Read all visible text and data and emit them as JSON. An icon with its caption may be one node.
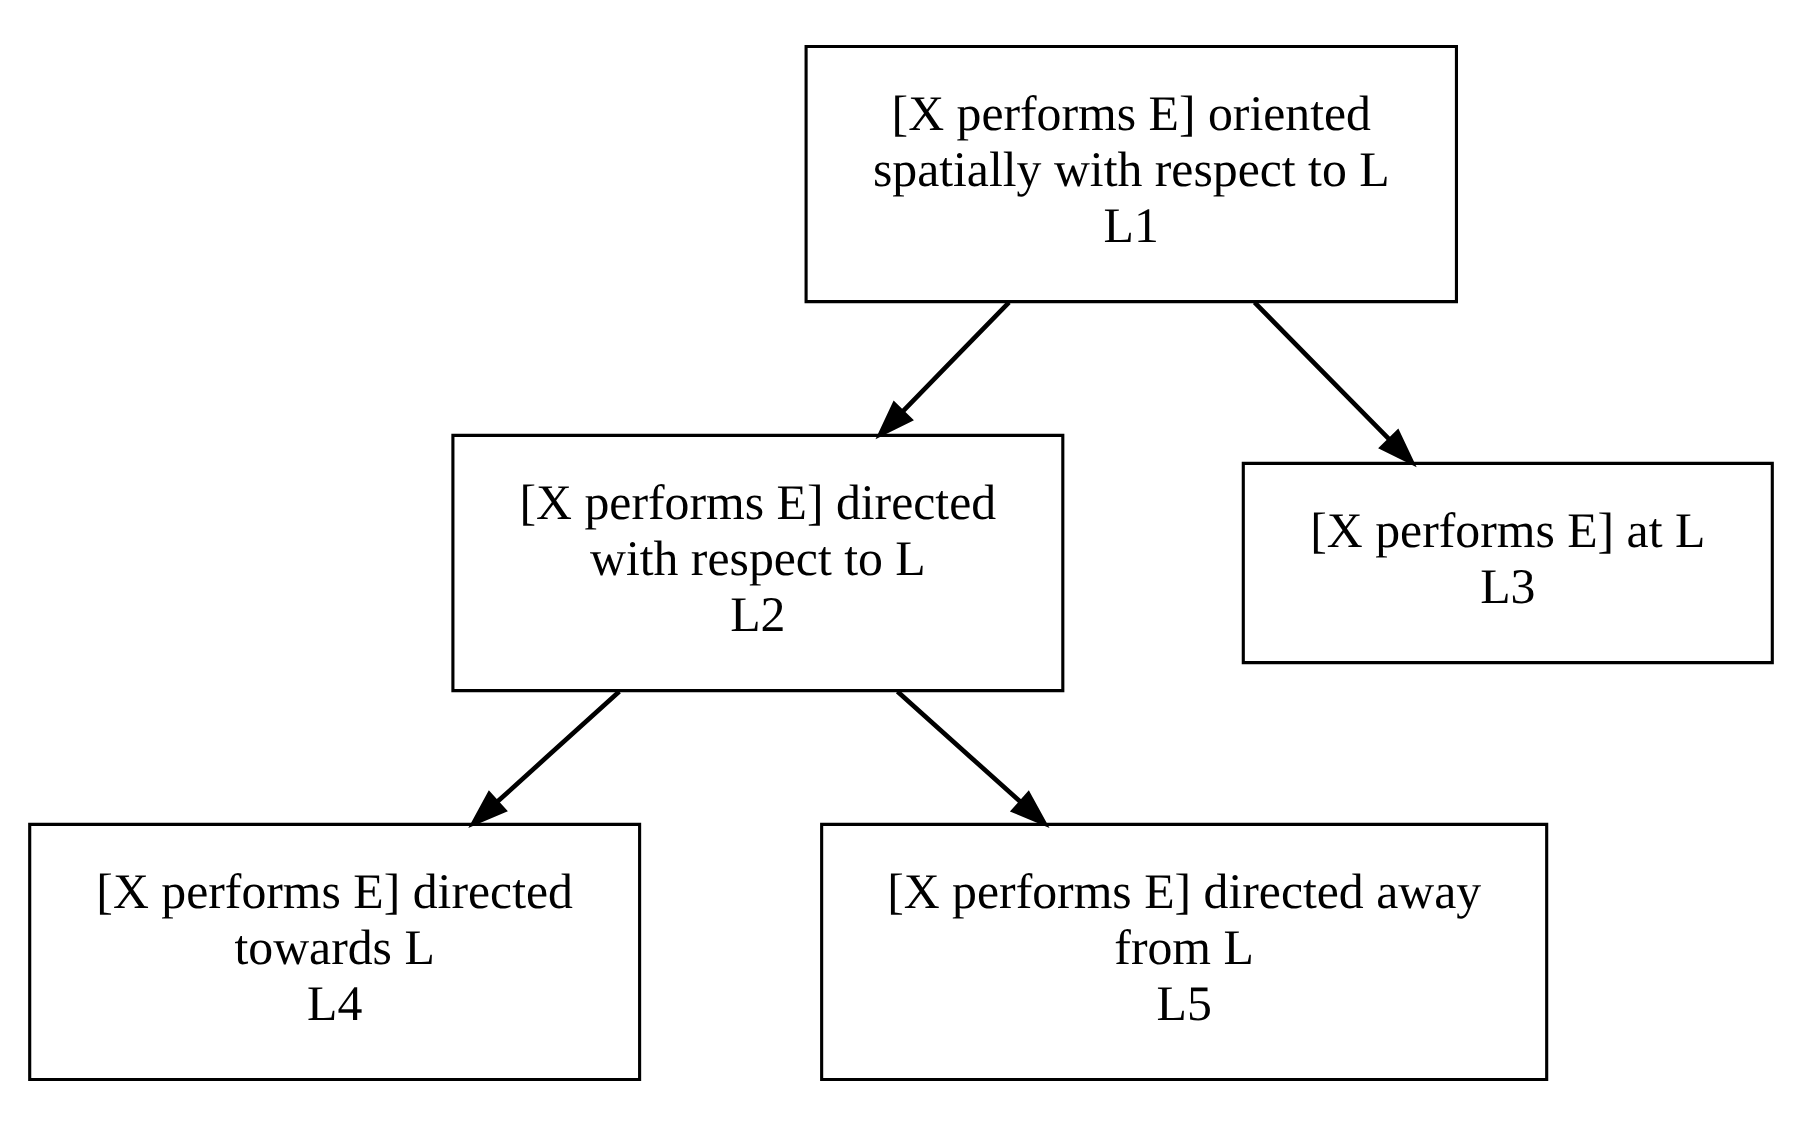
{
  "diagram": {
    "nodes": [
      {
        "text": [
          "[X performs E] oriented spatially with respect to L",
          "L1"
        ]
      },
      {
        "text": [
          "[X performs E] directed with respect to L",
          "L2"
        ]
      },
      {
        "text": [
          "[X performs E] at L",
          "L3"
        ]
      },
      {
        "text": [
          "[X performs E] directed towards L",
          "L4"
        ]
      },
      {
        "text": [
          "[X performs E] directed away from L",
          "L5"
        ]
      }
    ],
    "edges": [
      {
        "from": 0,
        "to": 1,
        "arrow": "to"
      },
      {
        "from": 0,
        "to": 2,
        "arrow": "to"
      },
      {
        "from": 1,
        "to": 3,
        "arrow": "to"
      },
      {
        "from": 1,
        "to": 4,
        "arrow": "to"
      }
    ]
  }
}
